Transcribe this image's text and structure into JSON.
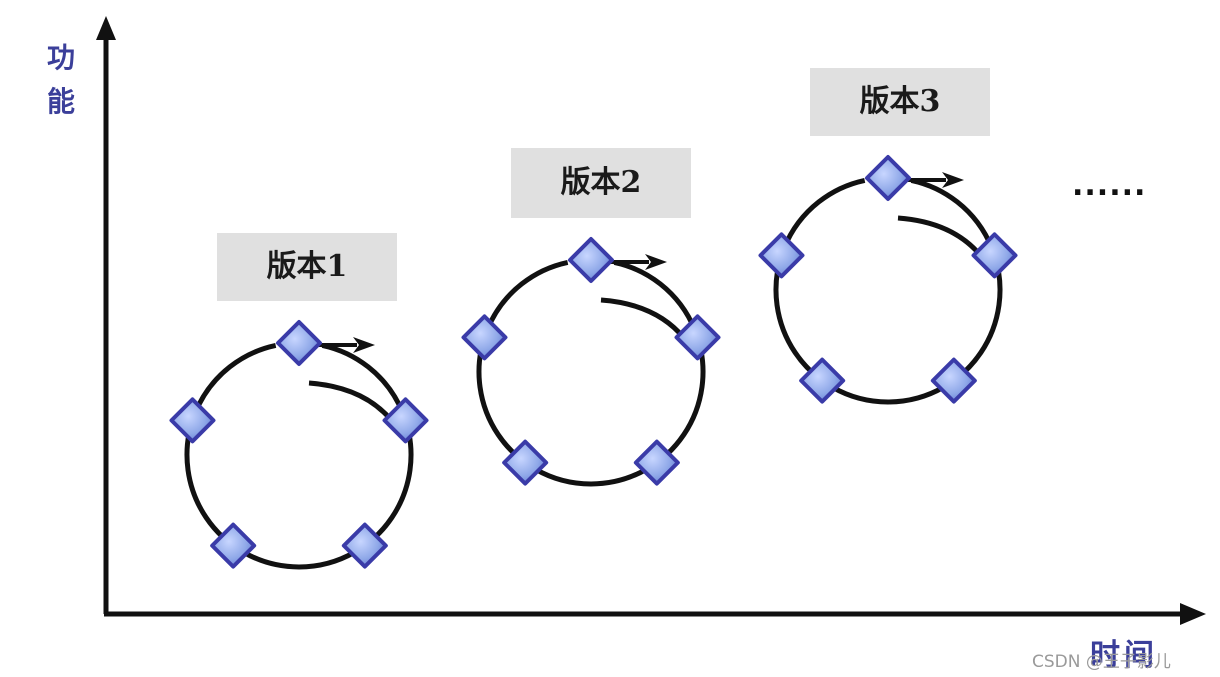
{
  "axes": {
    "y_label": "功能",
    "x_label": "时间"
  },
  "versions": [
    {
      "label": "版本1"
    },
    {
      "label": "版本2"
    },
    {
      "label": "版本3"
    }
  ],
  "continuation": "......",
  "watermark": "CSDN @王子影儿",
  "colors": {
    "axis": "#111111",
    "cycle": "#111111",
    "node_fill": "#8fa8e8",
    "node_stroke": "#3a3ba8",
    "label_box": "#e0e0e0",
    "axis_text": "#3b3f9a"
  }
}
